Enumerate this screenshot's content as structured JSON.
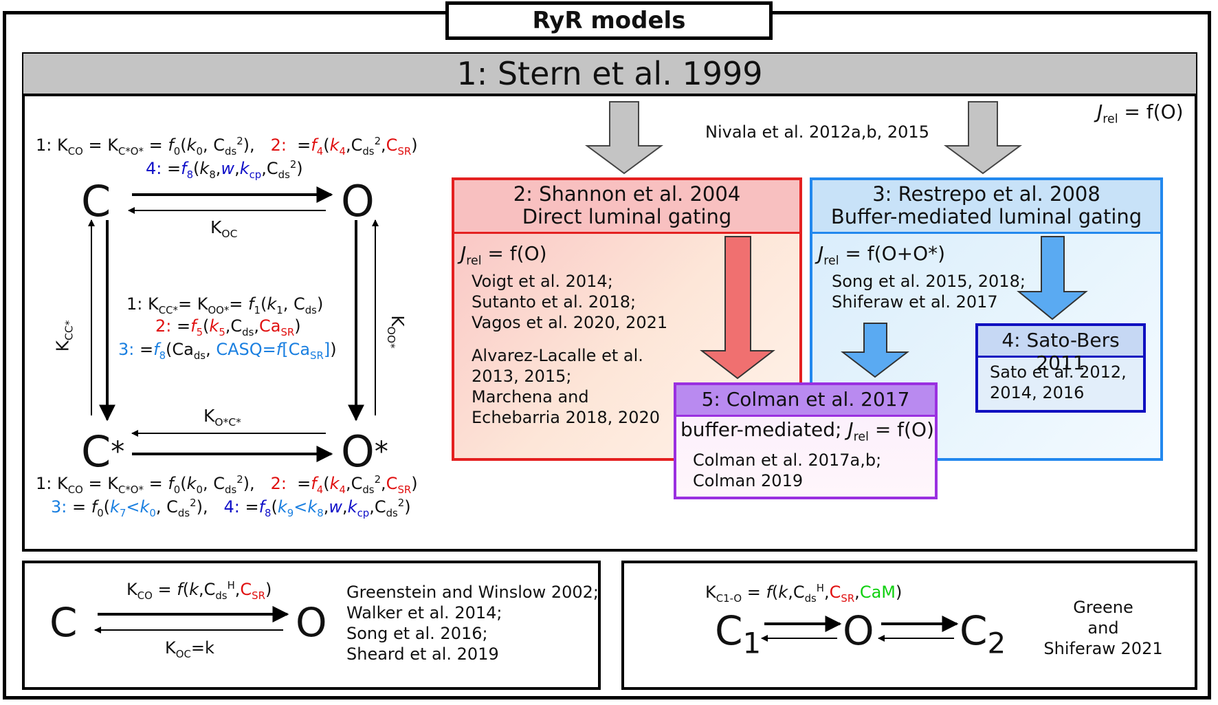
{
  "title": "RyR models",
  "stern": {
    "header": "1: Stern et al. 1999",
    "jrel": "J",
    "jrel_sub": "rel",
    "jrel_rest": " = f(O)",
    "nivala": "Nivala et al. 2012a,b, 2015"
  },
  "scheme": {
    "state_c": "C",
    "state_o": "O",
    "state_cstar": "C",
    "state_ostar": "O",
    "star": "*",
    "k_oc": "K",
    "k_oc_sub": "OC",
    "k_cc": "K",
    "k_cc_sub": "CC*",
    "k_oo": "K",
    "k_oo_sub": "OO*",
    "k_ocstar": "K",
    "k_ocstar_sub": "O*C*"
  },
  "shannon": {
    "title1": "2: Shannon et al. 2004",
    "title2": "Direct luminal gating",
    "jrel": "J",
    "jrel_sub": "rel",
    "jrel_rest": " = f(O)",
    "refs1": [
      "Voigt et al. 2014;",
      "Sutanto et al. 2018;",
      "Vagos et al. 2020, 2021"
    ],
    "refs2": [
      "Alvarez-Lacalle et al.",
      "2013, 2015;",
      "Marchena and",
      "Echebarria 2018, 2020"
    ]
  },
  "restrepo": {
    "title1": "3: Restrepo et al. 2008",
    "title2": "Buffer-mediated luminal gating",
    "jrel": "J",
    "jrel_sub": "rel",
    "jrel_rest": " = f(O+O*)",
    "refs": [
      "Song et al. 2015, 2018;",
      "Shiferaw et al. 2017"
    ]
  },
  "sato": {
    "title": "4: Sato-Bers 2011",
    "refs": [
      "Sato et al. 2012,",
      "2014, 2016"
    ]
  },
  "colman": {
    "title": "5: Colman et al. 2017",
    "subtitle_a": "buffer-mediated; ",
    "jrel": "J",
    "jrel_sub": "rel",
    "jrel_rest": " = f(O)",
    "refs": [
      "Colman et al. 2017a,b;",
      "Colman 2019"
    ]
  },
  "bottom_left": {
    "state_c": "C",
    "state_o": "O",
    "k_oc": "K",
    "k_oc_sub": "OC",
    "k_oc_rest": "=k",
    "refs": [
      "Greenstein and Winslow 2002;",
      "Walker et al. 2014;",
      "Song et al. 2016;",
      "Sheard et al. 2019"
    ]
  },
  "bottom_right": {
    "state_c1": "C",
    "state_c1_sub": "1",
    "state_o": "O",
    "state_c2": "C",
    "state_c2_sub": "2",
    "refs": [
      "Greene",
      "and",
      "Shiferaw 2021"
    ]
  },
  "colors": {
    "stern_header": "#c4c4c4",
    "shannon_box": "#e42020",
    "restrepo_box": "#2288ee",
    "sato_box": "#1010c0",
    "colman_box": "#9a30e0",
    "red_arrow": "#f07070",
    "blue_arrow": "#5aaaf2",
    "gray_arrow": "#c4c4c4"
  },
  "icons": [
    "gray-down-arrow-icon",
    "red-down-arrow-icon",
    "blue-down-arrow-icon"
  ]
}
